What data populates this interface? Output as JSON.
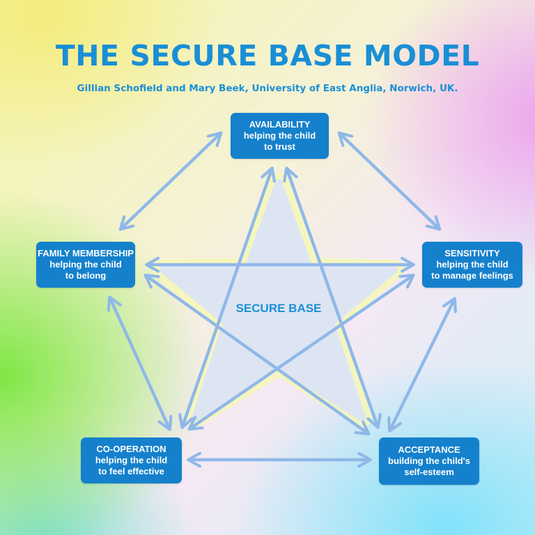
{
  "title": "THE SECURE BASE MODEL",
  "subtitle": "Gillian Schofield and Mary Beek, University of East Anglia, Norwich, UK.",
  "center_label": "SECURE BASE",
  "colors": {
    "title": "#1a8fd6",
    "box": "#1581cc",
    "box_text": "#ffffff",
    "arrow": "#8fb8e8",
    "star": "#dde5f3"
  },
  "nodes": {
    "availability": {
      "heading": "AVAILABILITY",
      "line1": "helping the child",
      "line2": "to trust"
    },
    "sensitivity": {
      "heading": "SENSITIVITY",
      "line1": "helping the child",
      "line2": "to manage feelings"
    },
    "acceptance": {
      "heading": "ACCEPTANCE",
      "line1": "building the child's",
      "line2": "self-esteem"
    },
    "cooperation": {
      "heading": "CO-OPERATION",
      "line1": "helping the child",
      "line2": "to feel effective"
    },
    "family_membership": {
      "heading": "FAMILY MEMBERSHIP",
      "line1": "helping the child",
      "line2": "to belong"
    }
  },
  "connections": [
    [
      "availability",
      "sensitivity"
    ],
    [
      "sensitivity",
      "acceptance"
    ],
    [
      "acceptance",
      "cooperation"
    ],
    [
      "cooperation",
      "family_membership"
    ],
    [
      "family_membership",
      "availability"
    ],
    [
      "availability",
      "acceptance"
    ],
    [
      "availability",
      "cooperation"
    ],
    [
      "sensitivity",
      "family_membership"
    ],
    [
      "sensitivity",
      "cooperation"
    ],
    [
      "family_membership",
      "acceptance"
    ]
  ]
}
